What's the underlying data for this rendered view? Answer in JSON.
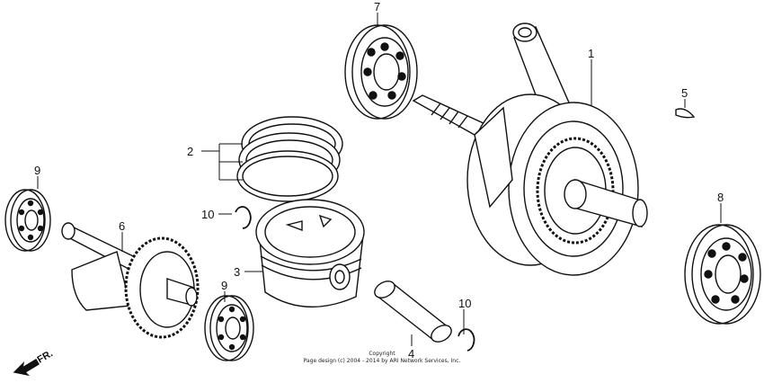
{
  "callouts": {
    "c1": "1",
    "c2": "2",
    "c3": "3",
    "c4": "4",
    "c5": "5",
    "c6": "6",
    "c7": "7",
    "c8": "8",
    "c9a": "9",
    "c9b": "9",
    "c10a": "10",
    "c10b": "10"
  },
  "front_label": "FR.",
  "copyright": {
    "line1": "Copyright",
    "line2": "Page design (c) 2004 - 2014 by ARI Network Services, Inc."
  }
}
